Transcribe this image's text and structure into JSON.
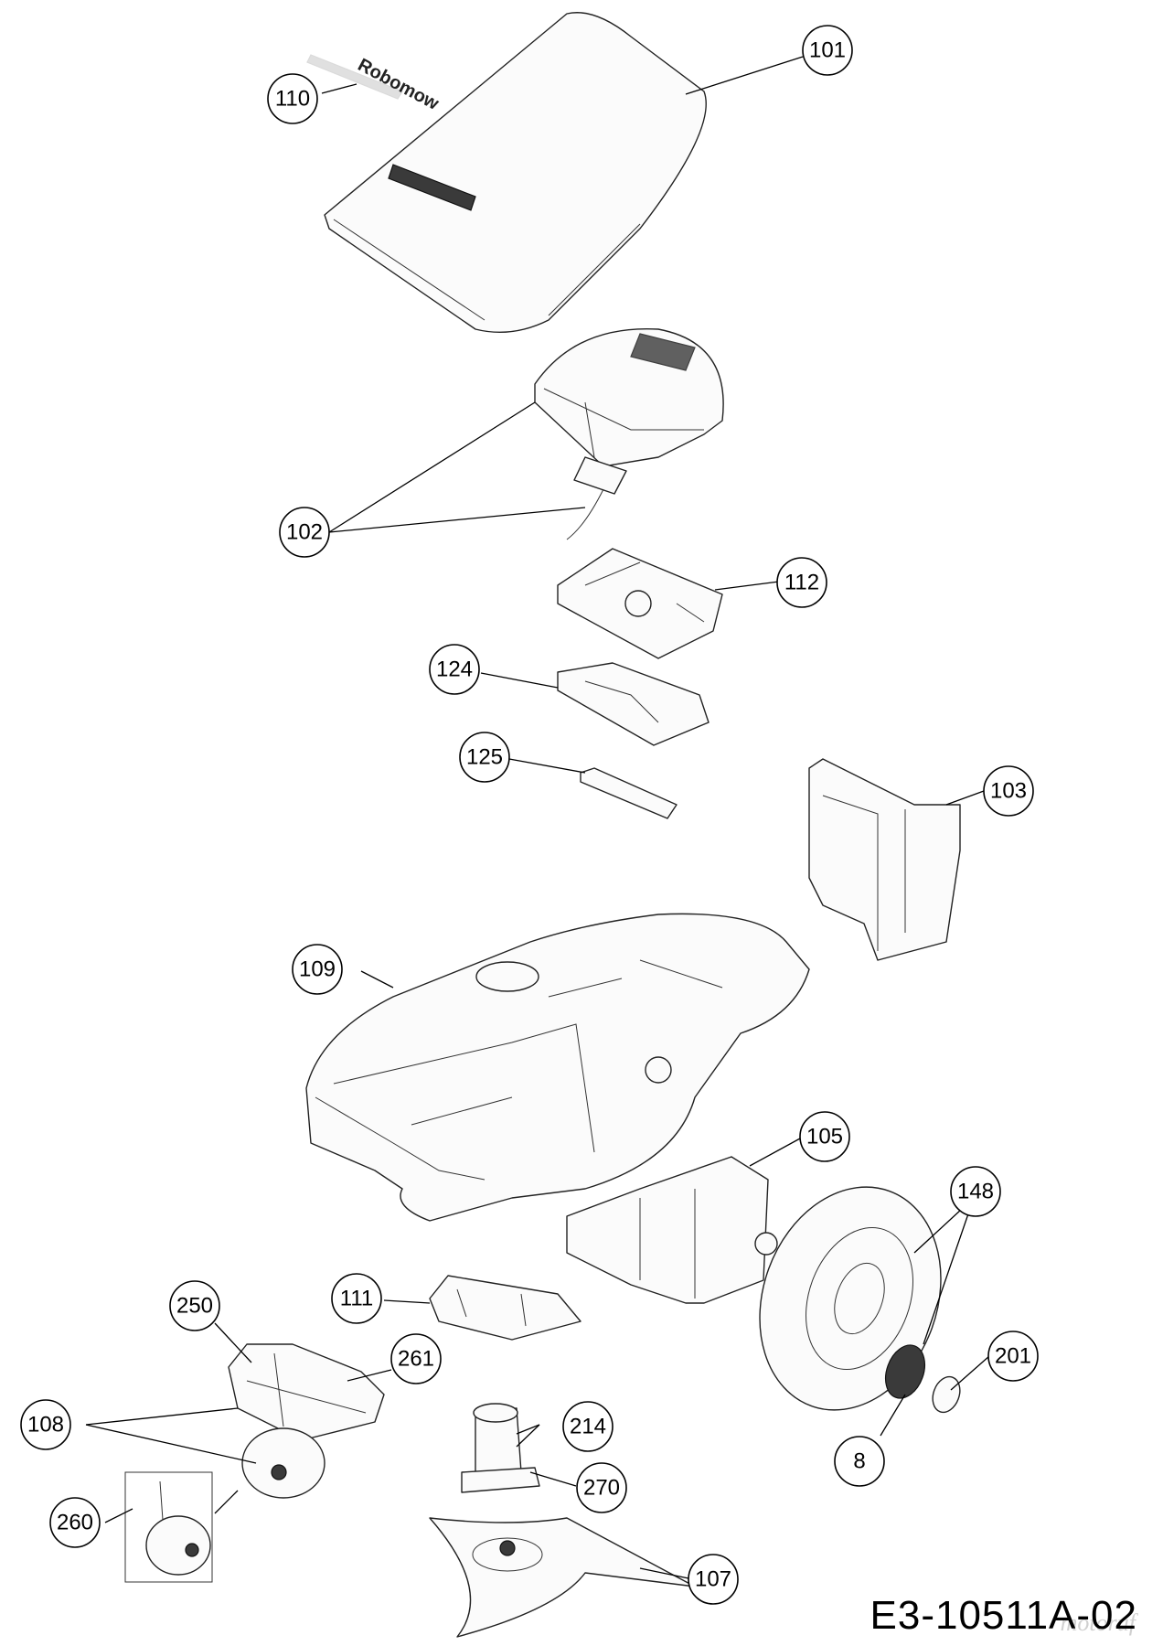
{
  "diagram": {
    "drawing_code": "E3-10511A-02",
    "watermark": "motoruf",
    "logo_text": "Robomow",
    "callouts": [
      {
        "id": "101",
        "label": "101"
      },
      {
        "id": "110",
        "label": "110"
      },
      {
        "id": "102",
        "label": "102"
      },
      {
        "id": "112",
        "label": "112"
      },
      {
        "id": "124",
        "label": "124"
      },
      {
        "id": "125",
        "label": "125"
      },
      {
        "id": "103",
        "label": "103"
      },
      {
        "id": "109",
        "label": "109"
      },
      {
        "id": "105",
        "label": "105"
      },
      {
        "id": "148",
        "label": "148"
      },
      {
        "id": "111",
        "label": "111"
      },
      {
        "id": "250",
        "label": "250"
      },
      {
        "id": "261",
        "label": "261"
      },
      {
        "id": "201",
        "label": "201"
      },
      {
        "id": "108",
        "label": "108"
      },
      {
        "id": "214",
        "label": "214"
      },
      {
        "id": "8",
        "label": "8"
      },
      {
        "id": "270",
        "label": "270"
      },
      {
        "id": "260",
        "label": "260"
      },
      {
        "id": "107",
        "label": "107"
      }
    ]
  }
}
